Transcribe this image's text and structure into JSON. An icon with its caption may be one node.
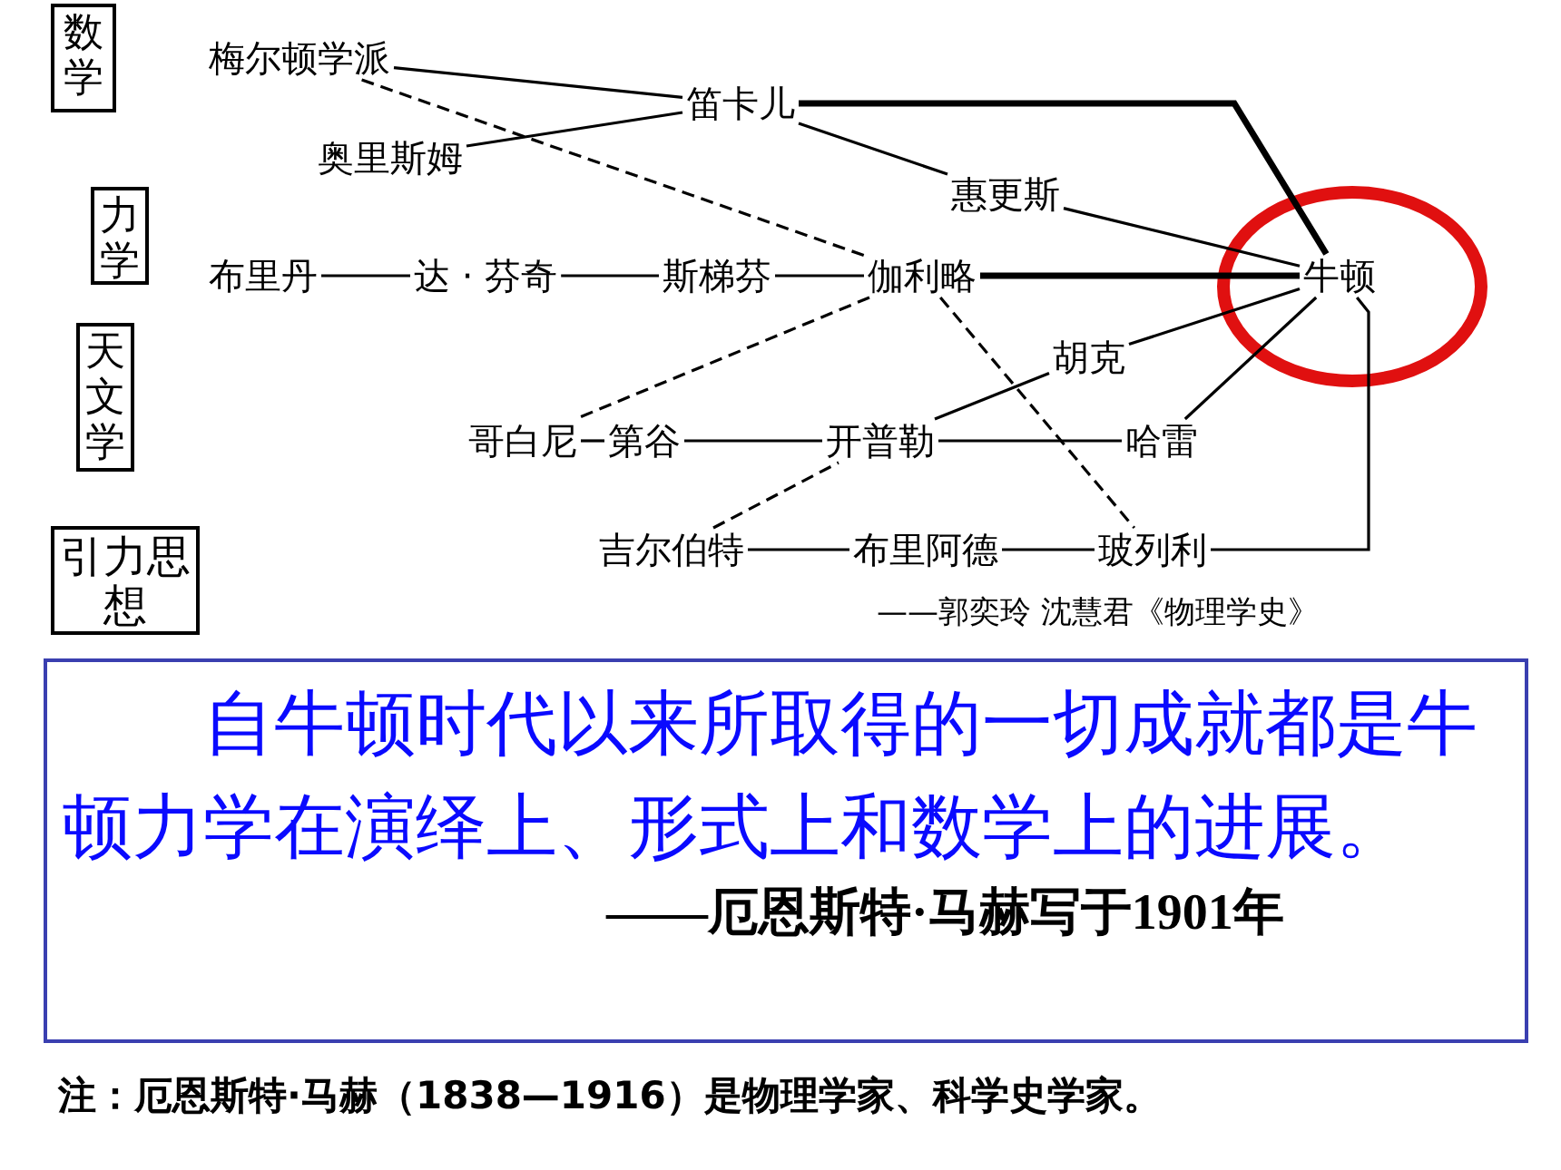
{
  "diagram": {
    "nodes": [
      {
        "text": [
          "数学"
        ]
      },
      {
        "text": [
          "力学"
        ]
      },
      {
        "text": [
          "天文学"
        ]
      },
      {
        "text": [
          "引力思想"
        ]
      },
      {
        "text": [
          "梅尔顿学派"
        ]
      },
      {
        "text": [
          "笛卡儿"
        ]
      },
      {
        "text": [
          "奥里斯姆"
        ]
      },
      {
        "text": [
          "惠更斯"
        ]
      },
      {
        "text": [
          "布里丹"
        ]
      },
      {
        "text": [
          "达 · 芬奇"
        ]
      },
      {
        "text": [
          "斯梯芬"
        ]
      },
      {
        "text": [
          "伽利略"
        ]
      },
      {
        "text": [
          "牛顿"
        ]
      },
      {
        "text": [
          "胡克"
        ]
      },
      {
        "text": [
          "哥白尼"
        ]
      },
      {
        "text": [
          "第谷"
        ]
      },
      {
        "text": [
          "开普勒"
        ]
      },
      {
        "text": [
          "哈雷"
        ]
      },
      {
        "text": [
          "吉尔伯特"
        ]
      },
      {
        "text": [
          "布里阿德"
        ]
      },
      {
        "text": [
          "玻列利"
        ]
      },
      {
        "text": [
          "自牛顿时代以来所取得的一切成就都是牛顿力学在演绎上、形式上和数学上的进展。",
          "——厄恩斯特·马赫写于1901年"
        ]
      }
    ],
    "edges": [
      {
        "from": 4,
        "to": 5,
        "arrow": "none"
      },
      {
        "from": 6,
        "to": 5,
        "arrow": "none"
      },
      {
        "from": 4,
        "to": 11,
        "arrow": "none",
        "style": "dashed"
      },
      {
        "from": 5,
        "to": 12,
        "arrow": "none",
        "style": "thick"
      },
      {
        "from": 5,
        "to": 7,
        "arrow": "none"
      },
      {
        "from": 7,
        "to": 12,
        "arrow": "none"
      },
      {
        "from": 8,
        "to": 9,
        "arrow": "none"
      },
      {
        "from": 9,
        "to": 10,
        "arrow": "none"
      },
      {
        "from": 10,
        "to": 11,
        "arrow": "none"
      },
      {
        "from": 11,
        "to": 12,
        "arrow": "none",
        "style": "thick"
      },
      {
        "from": 11,
        "to": 14,
        "arrow": "none",
        "style": "dashed"
      },
      {
        "from": 11,
        "to": 20,
        "arrow": "none",
        "style": "dashed"
      },
      {
        "from": 13,
        "to": 12,
        "arrow": "none"
      },
      {
        "from": 14,
        "to": 15,
        "arrow": "none"
      },
      {
        "from": 15,
        "to": 16,
        "arrow": "none"
      },
      {
        "from": 16,
        "to": 17,
        "arrow": "none"
      },
      {
        "from": 16,
        "to": 13,
        "arrow": "none"
      },
      {
        "from": 18,
        "to": 16,
        "arrow": "none",
        "style": "dashed"
      },
      {
        "from": 17,
        "to": 12,
        "arrow": "none"
      },
      {
        "from": 18,
        "to": 19,
        "arrow": "none"
      },
      {
        "from": 19,
        "to": 20,
        "arrow": "none"
      },
      {
        "from": 20,
        "to": 12,
        "arrow": "none"
      }
    ],
    "labels": [
      "——郭奕玲 沈慧君《物理学史》",
      "注：厄恩斯特·马赫（1838—1916）是物理学家、科学史学家。"
    ]
  }
}
